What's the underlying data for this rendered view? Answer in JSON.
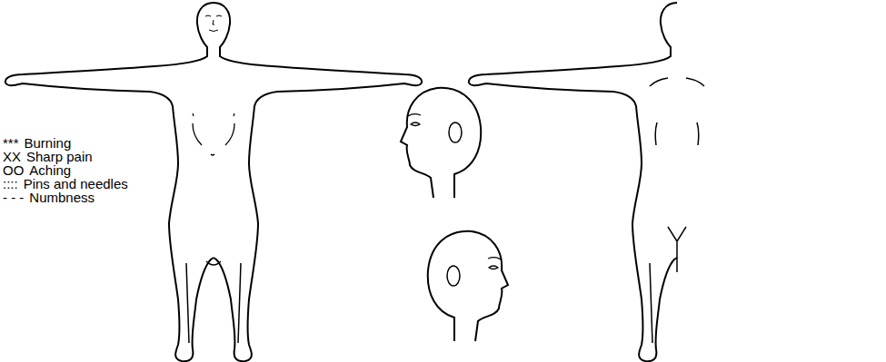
{
  "diagram": {
    "labels": [
      "***",
      "XX",
      "OO",
      "::::",
      "- - -"
    ],
    "legend": [
      {
        "text": "Burning"
      },
      {
        "text": "Sharp pain"
      },
      {
        "text": "Aching"
      },
      {
        "text": "Pins and needles"
      },
      {
        "text": "Numbness"
      }
    ]
  }
}
